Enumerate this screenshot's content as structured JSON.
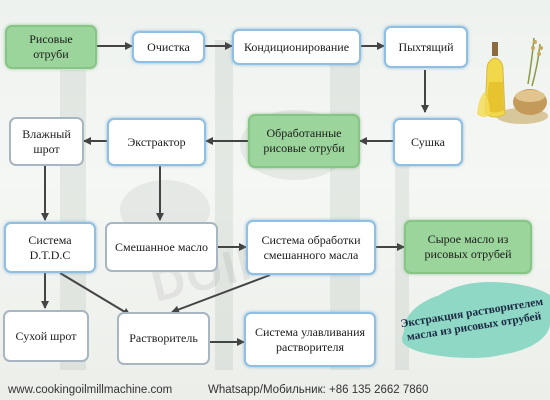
{
  "nodes": {
    "rice_bran": "Рисовые отруби",
    "cleaning": "Очистка",
    "conditioning": "Кондиционирование",
    "puffer": "Пыхтящий",
    "drying": "Сушка",
    "processed_bran": "Обработанные рисовые отруби",
    "extractor": "Экстрактор",
    "wet_meal": "Влажный шрот",
    "dtdc": "Система D.T.D.C",
    "mixed_oil": "Смешанное масло",
    "mixed_oil_system": "Система обработки смешанного масла",
    "crude_oil": "Сырое масло из рисовых отрубей",
    "dry_meal": "Сухой шрот",
    "solvent": "Растворитель",
    "solvent_recovery": "Система улавливания растворителя"
  },
  "cloud_text": "Экстракция растворителем масла из рисовых отрубей",
  "footer": {
    "website": "www.cookingoilmillmachine.com",
    "contact": "Whatsapp/Мобильник: +86 135 2662 7860"
  },
  "colors": {
    "node_border": "#8fbfe2",
    "green_node": "#9bd59b",
    "arrow": "#444444",
    "cloud": "#8fd8c6"
  },
  "icons": {
    "illustration": "oil-bottle-illustration"
  }
}
